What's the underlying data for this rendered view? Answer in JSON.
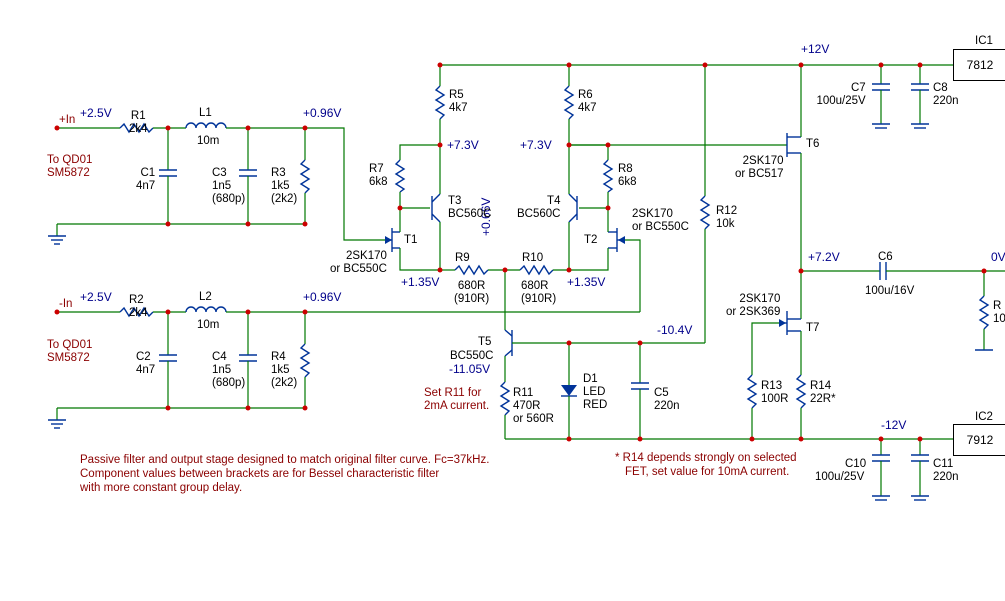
{
  "nets": {
    "in_p": "+In",
    "in_m": "-In",
    "v25a": "+2.5V",
    "v25b": "+2.5V",
    "v096a": "+0.96V",
    "v096b": "+0.96V",
    "v73a": "+7.3V",
    "v73b": "+7.3V",
    "v135a": "+1.35V",
    "v135b": "+1.35V",
    "v066": "+0.66V",
    "v104": "-10.4V",
    "v1105": "-11.05V",
    "v12p": "+12V",
    "v12m": "-12V",
    "v72": "+7.2V",
    "v0": "0V"
  },
  "source": {
    "to1": "To QD01",
    "chip1": "SM5872",
    "to2": "To QD01",
    "chip2": "SM5872"
  },
  "parts": {
    "R1": {
      "ref": "R1",
      "val": "2k4"
    },
    "R2": {
      "ref": "R2",
      "val": "2k4"
    },
    "L1": {
      "ref": "L1",
      "val": "10m"
    },
    "L2": {
      "ref": "L2",
      "val": "10m"
    },
    "C1": {
      "ref": "C1",
      "val": "4n7"
    },
    "C2": {
      "ref": "C2",
      "val": "4n7"
    },
    "C3": {
      "ref": "C3",
      "val": "1n5",
      "alt": "(680p)"
    },
    "C4": {
      "ref": "C4",
      "val": "1n5",
      "alt": "(680p)"
    },
    "R3": {
      "ref": "R3",
      "val": "1k5",
      "alt": "(2k2)"
    },
    "R4": {
      "ref": "R4",
      "val": "1k5",
      "alt": "(2k2)"
    },
    "R5": {
      "ref": "R5",
      "val": "4k7"
    },
    "R6": {
      "ref": "R6",
      "val": "4k7"
    },
    "R7": {
      "ref": "R7",
      "val": "6k8"
    },
    "R8": {
      "ref": "R8",
      "val": "6k8"
    },
    "R9": {
      "ref": "R9",
      "val": "680R",
      "alt": "(910R)"
    },
    "R10": {
      "ref": "R10",
      "val": "680R",
      "alt": "(910R)"
    },
    "R11": {
      "ref": "R11",
      "val": "470R",
      "alt": "or 560R"
    },
    "R12": {
      "ref": "R12",
      "val": "10k"
    },
    "R13": {
      "ref": "R13",
      "val": "100R"
    },
    "R14": {
      "ref": "R14",
      "val": "22R*"
    },
    "R15": {
      "ref": "R",
      "val": "10"
    },
    "T1": {
      "ref": "T1",
      "type": "2SK170",
      "alt": "or BC550C"
    },
    "T2": {
      "ref": "T2",
      "type": "2SK170",
      "alt": "or BC550C"
    },
    "T3": {
      "ref": "T3",
      "type": "BC560C"
    },
    "T4": {
      "ref": "T4",
      "type": "BC560C"
    },
    "T5": {
      "ref": "T5",
      "type": "BC550C"
    },
    "T6": {
      "ref": "T6",
      "type": "2SK170",
      "alt": "or BC517"
    },
    "T7": {
      "ref": "T7",
      "type": "2SK170",
      "alt": "or 2SK369"
    },
    "D1": {
      "ref": "D1",
      "type": "LED",
      "color": "RED"
    },
    "C5": {
      "ref": "C5",
      "val": "220n"
    },
    "C6": {
      "ref": "C6",
      "val": "100u/16V"
    },
    "C7": {
      "ref": "C7",
      "val": "100u/25V"
    },
    "C8": {
      "ref": "C8",
      "val": "220n"
    },
    "C10": {
      "ref": "C10",
      "val": "100u/25V"
    },
    "C11": {
      "ref": "C11",
      "val": "220n"
    },
    "IC1": {
      "ref": "IC1",
      "val": "7812"
    },
    "IC2": {
      "ref": "IC2",
      "val": "7912"
    }
  },
  "notes": {
    "r11_a": "Set R11 for",
    "r11_b": "2mA current.",
    "r14_a": "* R14 depends strongly on selected",
    "r14_b": "FET, set value for 10mA current.",
    "main_1": "Passive filter and output stage designed to match original filter curve. Fc=37kHz.",
    "main_2": "Component values between brackets are for Bessel characteristic filter",
    "main_3": "with more constant group delay."
  },
  "colors": {
    "wire": "#007700",
    "component": "#003399",
    "node": "#cc0000",
    "net_label": "#00008b",
    "note": "#8b0000"
  }
}
